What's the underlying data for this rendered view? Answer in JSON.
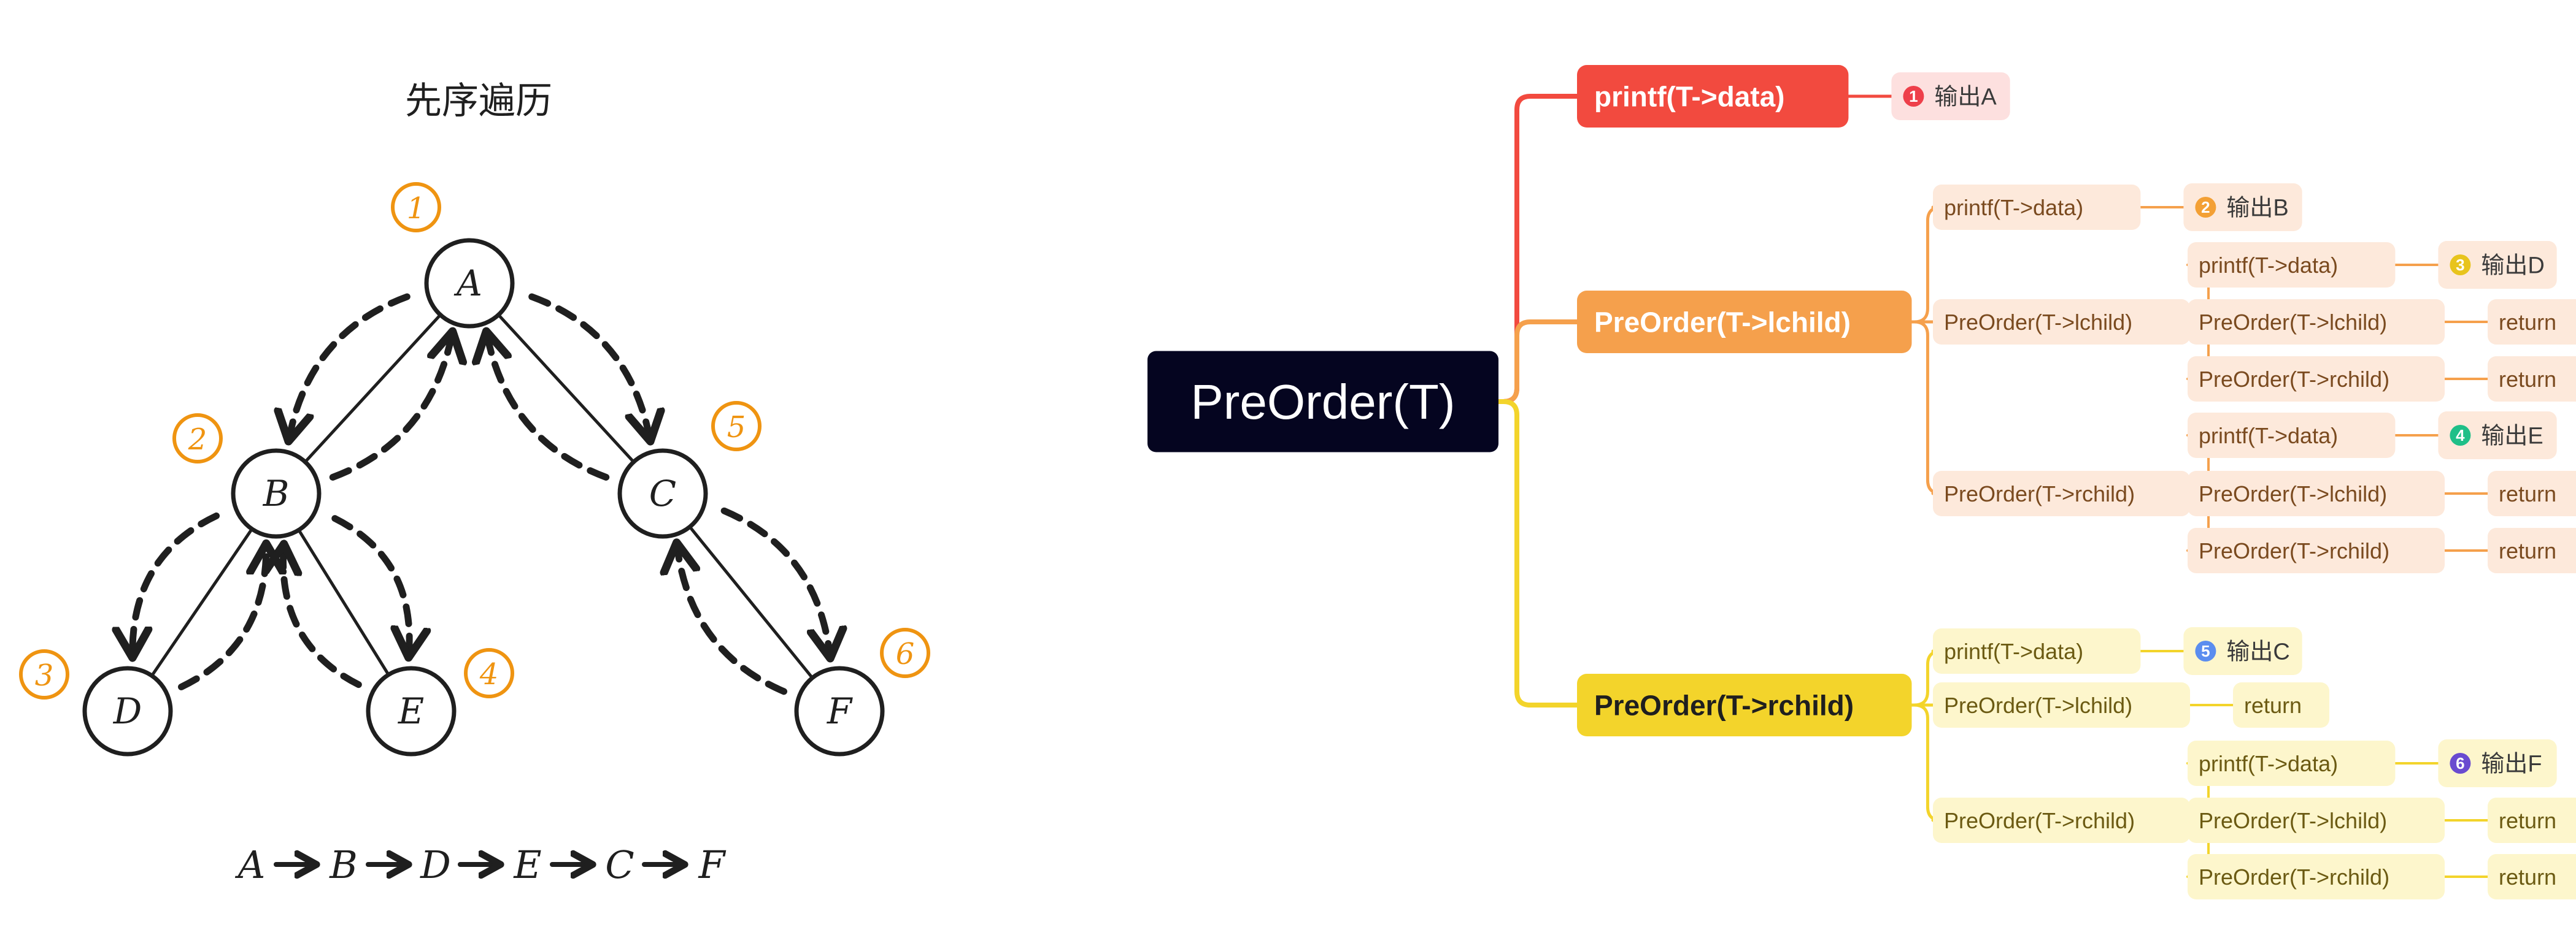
{
  "tree": {
    "title": "先序遍历",
    "nodes": [
      {
        "id": "A",
        "label": "A",
        "order": "1"
      },
      {
        "id": "B",
        "label": "B",
        "order": "2"
      },
      {
        "id": "C",
        "label": "C",
        "order": "5"
      },
      {
        "id": "D",
        "label": "D",
        "order": "3"
      },
      {
        "id": "E",
        "label": "E",
        "order": "4"
      },
      {
        "id": "F",
        "label": "F",
        "order": "6"
      }
    ],
    "edges": [
      [
        "A",
        "B"
      ],
      [
        "A",
        "C"
      ],
      [
        "B",
        "D"
      ],
      [
        "B",
        "E"
      ],
      [
        "C",
        "F"
      ]
    ],
    "sequence": [
      "A",
      "B",
      "D",
      "E",
      "C",
      "F"
    ]
  },
  "mindmap": {
    "root": "PreOrder(T)",
    "root_color": "#050520",
    "colors": {
      "red": "#f24a3f",
      "orange": "#f5a04c",
      "yellow": "#f3d42b"
    },
    "branches": [
      {
        "label": "printf(T->data)",
        "theme": "red",
        "tag": {
          "num": "1",
          "text": "输出A"
        }
      },
      {
        "label": "PreOrder(T->lchild)",
        "theme": "orange",
        "children": [
          {
            "label": "printf(T->data)",
            "tag": {
              "num": "2",
              "text": "输出B"
            }
          },
          {
            "label": "PreOrder(T->lchild)",
            "children": [
              {
                "label": "printf(T->data)",
                "tag": {
                  "num": "3",
                  "text": "输出D"
                }
              },
              {
                "label": "PreOrder(T->lchild)",
                "ret": "return"
              },
              {
                "label": "PreOrder(T->rchild)",
                "ret": "return"
              }
            ]
          },
          {
            "label": "PreOrder(T->rchild)",
            "children": [
              {
                "label": "printf(T->data)",
                "tag": {
                  "num": "4",
                  "text": "输出E"
                }
              },
              {
                "label": "PreOrder(T->lchild)",
                "ret": "return"
              },
              {
                "label": "PreOrder(T->rchild)",
                "ret": "return"
              }
            ]
          }
        ]
      },
      {
        "label": "PreOrder(T->rchild)",
        "theme": "yellow",
        "children": [
          {
            "label": "printf(T->data)",
            "tag": {
              "num": "5",
              "text": "输出C"
            }
          },
          {
            "label": "PreOrder(T->lchild)",
            "ret": "return"
          },
          {
            "label": "PreOrder(T->rchild)",
            "children": [
              {
                "label": "printf(T->data)",
                "tag": {
                  "num": "6",
                  "text": "输出F"
                }
              },
              {
                "label": "PreOrder(T->lchild)",
                "ret": "return"
              },
              {
                "label": "PreOrder(T->rchild)",
                "ret": "return"
              }
            ]
          }
        ]
      }
    ],
    "badge_colors": {
      "1": "#ee3f4a",
      "2": "#f3a035",
      "3": "#e8c41d",
      "4": "#1fbf88",
      "5": "#5b8def",
      "6": "#6a4bd0"
    }
  }
}
